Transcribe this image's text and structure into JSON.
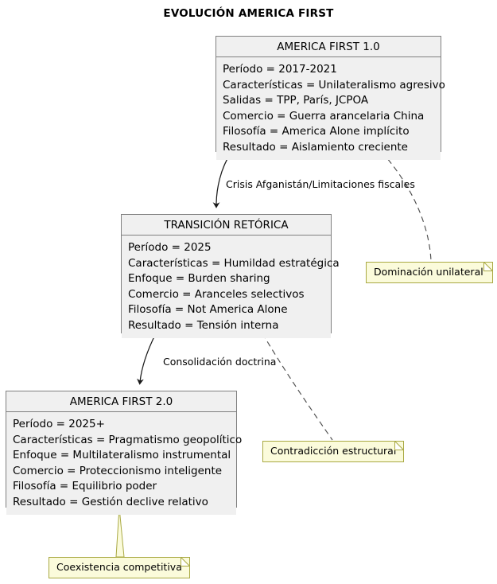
{
  "title": "EVOLUCIÓN AMERICA FIRST",
  "theme": {
    "node_fill": "#f0f0f0",
    "node_border": "#808080",
    "note_fill": "#fbfbdb",
    "note_border": "#a9a943",
    "edge_color": "#1a1a1a",
    "dashed_edge_color": "#4d4d4d",
    "text_color": "#000000",
    "background": "#ffffff"
  },
  "nodes": [
    {
      "id": "america-first-1",
      "title": "AMERICA FIRST 1.0",
      "attributes": [
        "Período = 2017-2021",
        "Características = Unilateralismo agresivo",
        "Salidas = TPP, París, JCPOA",
        "Comercio = Guerra arancelaria China",
        "Filosofía = America Alone implícito",
        "Resultado = Aislamiento creciente"
      ]
    },
    {
      "id": "transicion-retorica",
      "title": "TRANSICIÓN RETÓRICA",
      "attributes": [
        "Período = 2025",
        "Características = Humildad estratégica",
        "Enfoque = Burden sharing",
        "Comercio = Aranceles selectivos",
        "Filosofía = Not America Alone",
        "Resultado = Tensión interna"
      ]
    },
    {
      "id": "america-first-2",
      "title": "AMERICA FIRST 2.0",
      "attributes": [
        "Período = 2025+",
        "Características = Pragmatismo geopolítico",
        "Enfoque = Multilateralismo instrumental",
        "Comercio = Proteccionismo inteligente",
        "Filosofía = Equilibrio poder",
        "Resultado = Gestión declive relativo"
      ]
    }
  ],
  "edges": [
    {
      "id": "edge-1-to-2",
      "from": "america-first-1",
      "to": "transicion-retorica",
      "label": "Crisis Afganistán/Limitaciones fiscales",
      "style": "solid-arrow"
    },
    {
      "id": "edge-2-to-3",
      "from": "transicion-retorica",
      "to": "america-first-2",
      "label": "Consolidación doctrina",
      "style": "solid-arrow"
    }
  ],
  "notes": [
    {
      "id": "note-dominacion",
      "text": "Dominación unilateral",
      "anchor": "america-first-1",
      "link_style": "dashed"
    },
    {
      "id": "note-contradiccion",
      "text": "Contradicción estructural",
      "anchor": "transicion-retorica",
      "link_style": "dashed"
    },
    {
      "id": "note-coexistencia",
      "text": "Coexistencia competitiva",
      "anchor": "america-first-2",
      "link_style": "solid-wedge"
    }
  ]
}
